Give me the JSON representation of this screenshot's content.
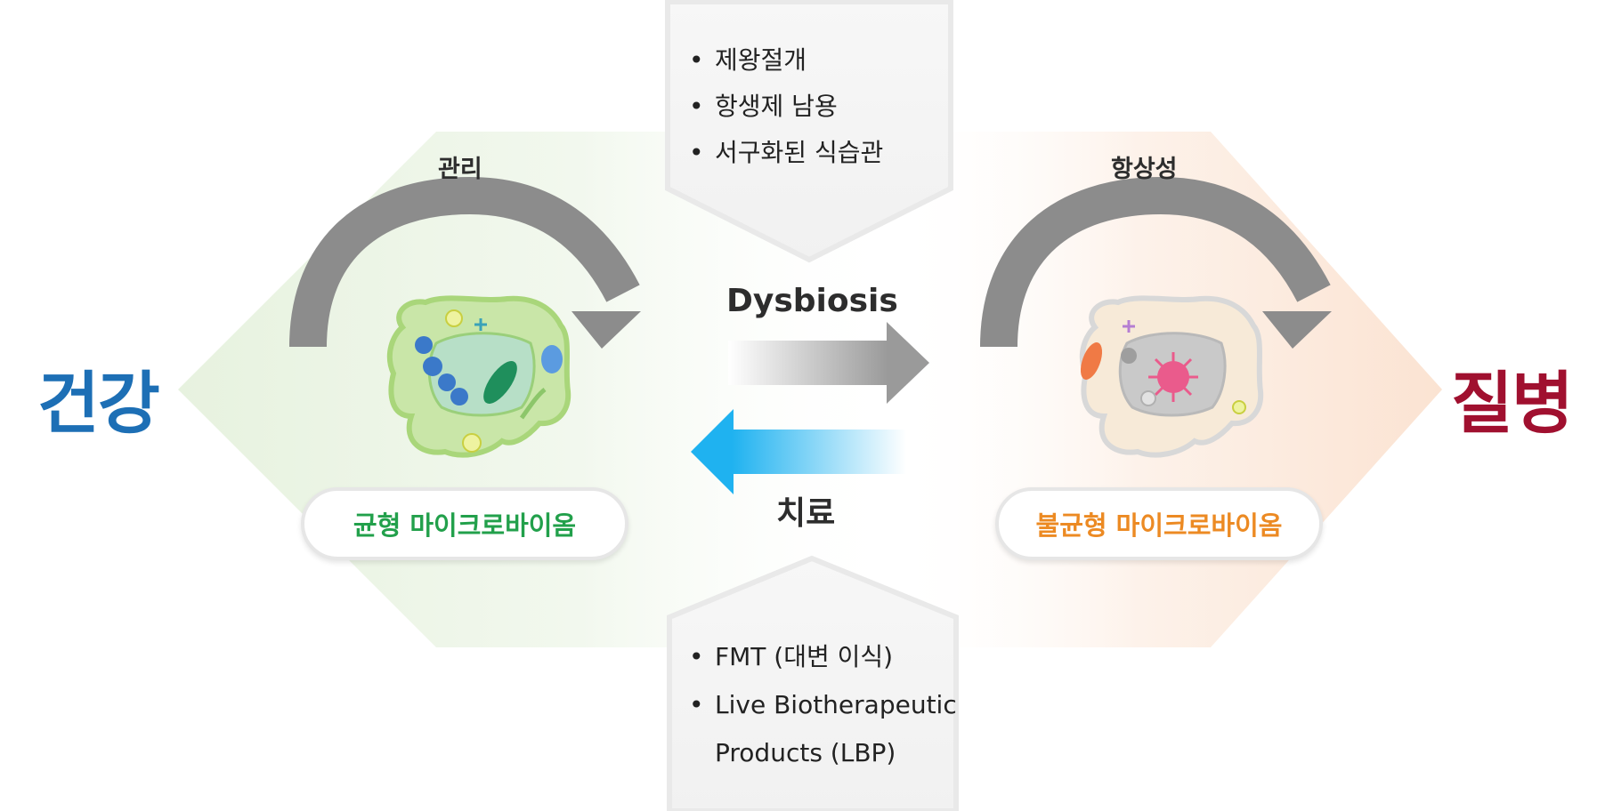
{
  "health_label": "건강",
  "disease_label": "질병",
  "management_label": "관리",
  "homeostasis_label": "항상성",
  "balanced_label": "균형 마이크로바이옴",
  "unbalanced_label": "불균형 마이크로바이옴",
  "dysbiosis_label": "Dysbiosis",
  "treatment_label": "치료",
  "causes": [
    "제왕절개",
    "항생제 남용",
    "서구화된 식습관"
  ],
  "treatments": [
    "FMT (대변 이식)",
    "Live Biotherapeutic",
    "Products (LBP)"
  ],
  "colors": {
    "health": "#1d6fb5",
    "disease": "#a0102f",
    "balanced": "#22a04b",
    "unbalanced": "#ec8a23",
    "treatment_arrow": "#29b6ef",
    "gray_arrow": "#9a9a9a"
  },
  "icons": {
    "left_arrow": "curved-arrow-icon",
    "right_arrow": "curved-arrow-icon",
    "healthy_gut": "healthy-gut-icon",
    "unhealthy_gut": "unhealthy-gut-icon"
  }
}
